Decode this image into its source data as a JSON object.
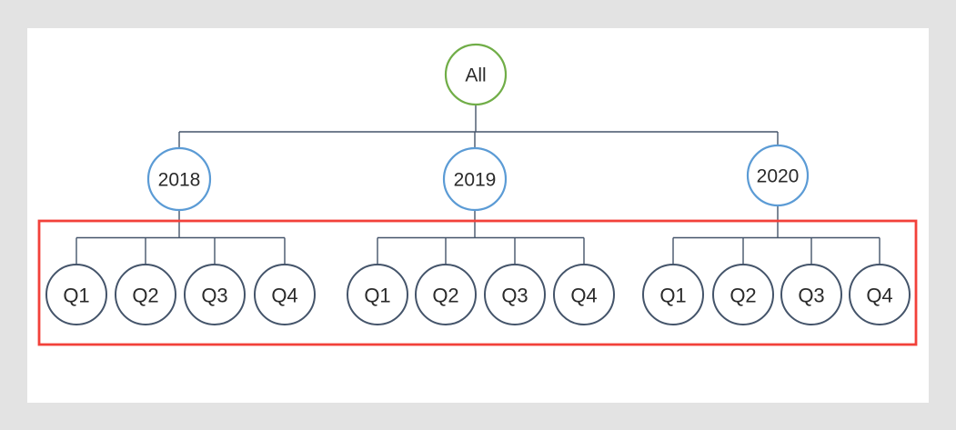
{
  "page": {
    "background_color": "#e3e3e3",
    "canvas_color": "#ffffff"
  },
  "diagram": {
    "connector_color": "#44546A",
    "text_color": "#2a2a2a",
    "highlight_box_color": "#f2413a",
    "root": {
      "label": "All",
      "ring_color": "#70AD47"
    },
    "years": [
      {
        "label": "2018",
        "ring_color": "#5B9BD5",
        "quarters": [
          "Q1",
          "Q2",
          "Q3",
          "Q4"
        ]
      },
      {
        "label": "2019",
        "ring_color": "#5B9BD5",
        "quarters": [
          "Q1",
          "Q2",
          "Q3",
          "Q4"
        ]
      },
      {
        "label": "2020",
        "ring_color": "#5B9BD5",
        "quarters": [
          "Q1",
          "Q2",
          "Q3",
          "Q4"
        ]
      }
    ],
    "quarter_ring_color": "#44546A"
  }
}
